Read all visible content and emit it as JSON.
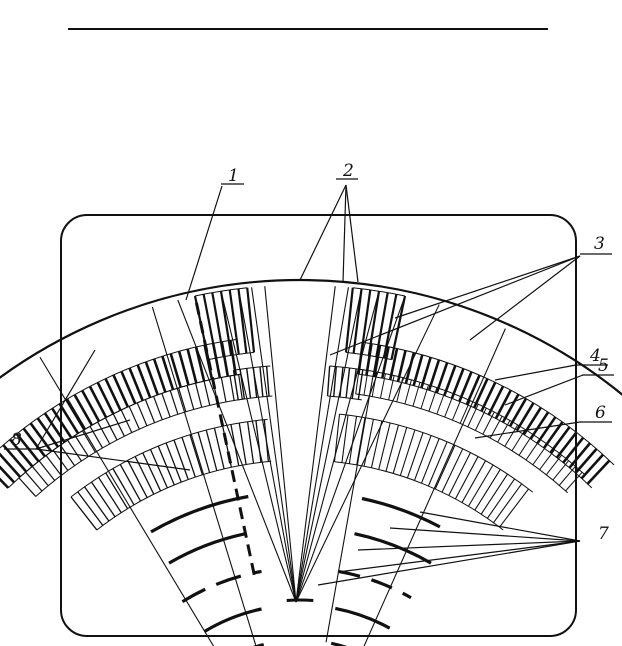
{
  "figure": {
    "callouts": [
      {
        "id": "c1",
        "text": "1"
      },
      {
        "id": "c2",
        "text": "2"
      },
      {
        "id": "c3",
        "text": "3"
      },
      {
        "id": "c4",
        "text": "4"
      },
      {
        "id": "c5",
        "text": "5"
      },
      {
        "id": "c6",
        "text": "6"
      },
      {
        "id": "c7",
        "text": "7"
      },
      {
        "id": "c8",
        "text": "8"
      }
    ]
  },
  "colors": {
    "ink": "#111111",
    "paper": "#ffffff"
  }
}
